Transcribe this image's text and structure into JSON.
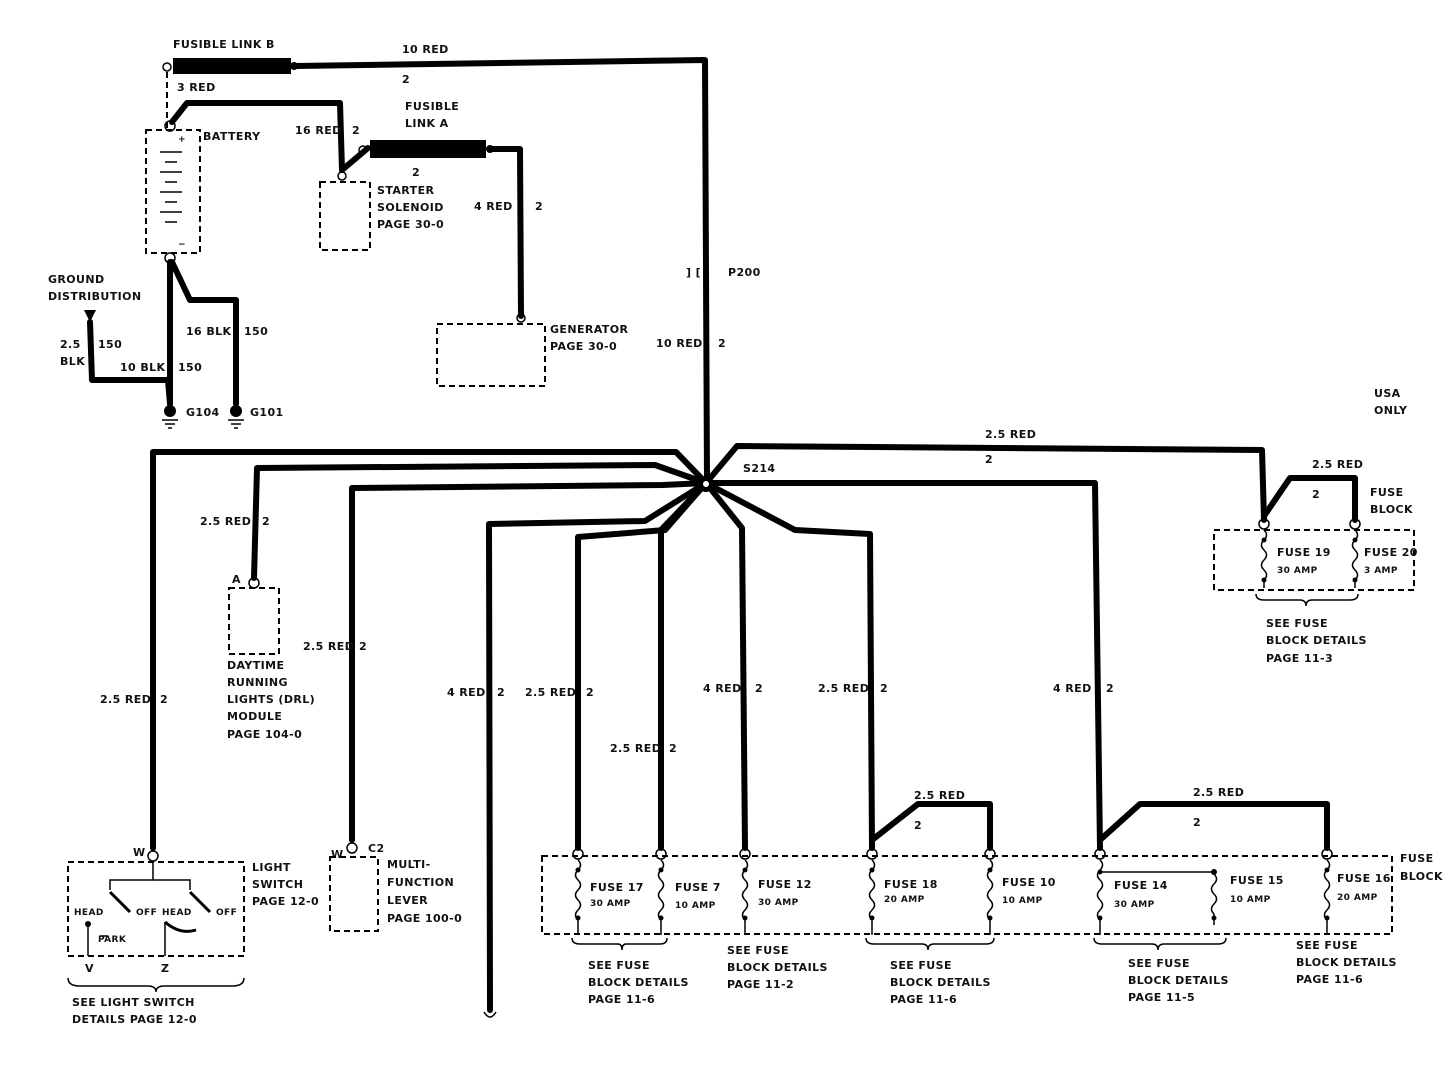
{
  "components": {
    "fusible_link_b": "FUSIBLE LINK B",
    "fusible_link_a_1": "FUSIBLE",
    "fusible_link_a_2": "LINK A",
    "battery": "BATTERY",
    "starter_1": "STARTER",
    "starter_2": "SOLENOID",
    "starter_3": "PAGE 30-0",
    "generator_1": "GENERATOR",
    "generator_2": "PAGE 30-0",
    "ground_1": "GROUND",
    "ground_2": "DISTRIBUTION",
    "g104": "G104",
    "g101": "G101",
    "p200": "P200",
    "s214": "S214",
    "usa_1": "USA",
    "usa_2": "ONLY",
    "drl_pin": "A",
    "drl_1": "DAYTIME",
    "drl_2": "RUNNING",
    "drl_3": "LIGHTS (DRL)",
    "drl_4": "MODULE",
    "drl_5": "PAGE 104-0",
    "ls_pin_w": "W",
    "ls_1": "LIGHT",
    "ls_2": "SWITCH",
    "ls_3": "PAGE 12-0",
    "ls_head_left": "HEAD",
    "ls_off_left": "OFF",
    "ls_park": "PARK",
    "ls_head_right": "HEAD",
    "ls_off_right": "OFF",
    "ls_pin_v": "V",
    "ls_pin_z": "Z",
    "ls_details_1": "SEE LIGHT SWITCH",
    "ls_details_2": "DETAILS PAGE 12-0",
    "mf_pin_w": "W",
    "mf_conn": "C2",
    "mf_1": "MULTI-",
    "mf_2": "FUNCTION",
    "mf_3": "LEVER",
    "mf_4": "PAGE 100-0",
    "fb_right_1": "FUSE",
    "fb_right_2": "BLOCK",
    "fb_main_1": "FUSE",
    "fb_main_2": "BLOCK"
  },
  "wires": {
    "w_3red": "3 RED",
    "w_10red_top": "10 RED",
    "w_10red_top_circ": "2",
    "w_16red": "16 RED",
    "w_16red_circ": "2",
    "w_link_a_circ": "2",
    "w_4red_gen": "4 RED",
    "w_4red_gen_circ": "2",
    "w_16blk": "16 BLK",
    "w_16blk_circ": "150",
    "w_25blk_a": "2.5",
    "w_25blk_b": "BLK",
    "w_25blk_circ": "150",
    "w_10blk": "10 BLK",
    "w_10blk_circ": "150",
    "w_10red_mid": "10 RED",
    "w_10red_mid_circ": "2",
    "w_25red_drl": "2.5 RED",
    "w_25red_drl_circ": "2",
    "w_25red_ls": "2.5 RED",
    "w_25red_ls_circ": "2",
    "w_25red_mf": "2.5 RED",
    "w_25red_mf_circ": "2",
    "w_4red_down": "4 RED",
    "w_4red_down_circ": "2",
    "w_25red_f17": "2.5 RED",
    "w_25red_f17_circ": "2",
    "w_25red_f7": "2.5 RED",
    "w_25red_f7_circ": "2",
    "w_4red_f12": "4 RED",
    "w_4red_f12_circ": "2",
    "w_25red_f18": "2.5 RED",
    "w_25red_f18_circ": "2",
    "w_25red_f18_jump": "2.5 RED",
    "w_25red_f18_jump_circ": "2",
    "w_4red_f14": "4 RED",
    "w_4red_f14_circ": "2",
    "w_25red_f14_jump": "2.5 RED",
    "w_25red_f14_jump_circ": "2",
    "w_25red_right": "2.5 RED",
    "w_25red_right_circ": "2",
    "w_25red_f20_jump": "2.5 RED",
    "w_25red_f20_jump_circ": "2"
  },
  "fuses": [
    {
      "name": "FUSE 17",
      "amp": "30 AMP"
    },
    {
      "name": "FUSE 7",
      "amp": "10 AMP"
    },
    {
      "name": "FUSE 12",
      "amp": "30 AMP"
    },
    {
      "name": "FUSE 18",
      "amp": "20 AMP"
    },
    {
      "name": "FUSE 10",
      "amp": "10 AMP"
    },
    {
      "name": "FUSE 14",
      "amp": "30 AMP"
    },
    {
      "name": "FUSE 15",
      "amp": "10 AMP"
    },
    {
      "name": "FUSE 16",
      "amp": "20 AMP"
    },
    {
      "name": "FUSE 19",
      "amp": "30 AMP"
    },
    {
      "name": "FUSE 20",
      "amp": "3 AMP"
    }
  ],
  "see_details": [
    {
      "l1": "SEE FUSE",
      "l2": "BLOCK DETAILS",
      "l3": "PAGE 11-6"
    },
    {
      "l1": "SEE FUSE",
      "l2": "BLOCK DETAILS",
      "l3": "PAGE 11-2"
    },
    {
      "l1": "SEE FUSE",
      "l2": "BLOCK DETAILS",
      "l3": "PAGE 11-6"
    },
    {
      "l1": "SEE FUSE",
      "l2": "BLOCK DETAILS",
      "l3": "PAGE 11-5"
    },
    {
      "l1": "SEE FUSE",
      "l2": "BLOCK DETAILS",
      "l3": "PAGE 11-6"
    },
    {
      "l1": "SEE FUSE",
      "l2": "BLOCK DETAILS",
      "l3": "PAGE 11-3"
    }
  ]
}
